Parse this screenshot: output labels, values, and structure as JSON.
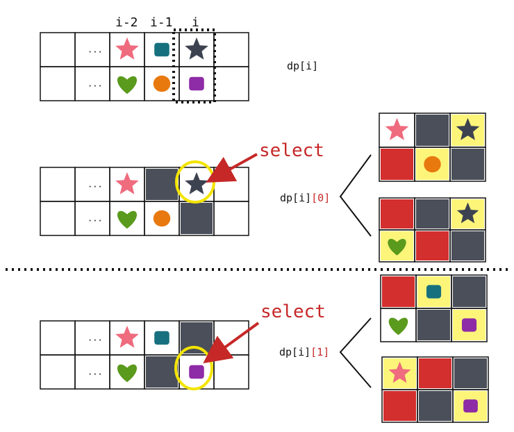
{
  "column_labels": [
    "i-2",
    "i-1",
    "i"
  ],
  "ellipsis": "...",
  "state_label": "dp[i]",
  "case0": {
    "label_prefix": "dp[i]",
    "label_suffix": "[0]",
    "annotation": "select"
  },
  "case1": {
    "label_prefix": "dp[i]",
    "label_suffix": "[1]",
    "annotation": "select"
  },
  "colors": {
    "star_pink": "#ef6b7e",
    "cell_teal": "#17707e",
    "star_dark": "#3d4250",
    "heart_green": "#5a9a1c",
    "circle_orange": "#e8790e",
    "cell_purple": "#8e2ba6",
    "blocked_gray": "#4a4f5a",
    "blocked_red": "#d32f2f",
    "highlight_yellow": "#fdf57a",
    "ring_yellow": "#f4e400",
    "accent_red": "#c62828"
  }
}
